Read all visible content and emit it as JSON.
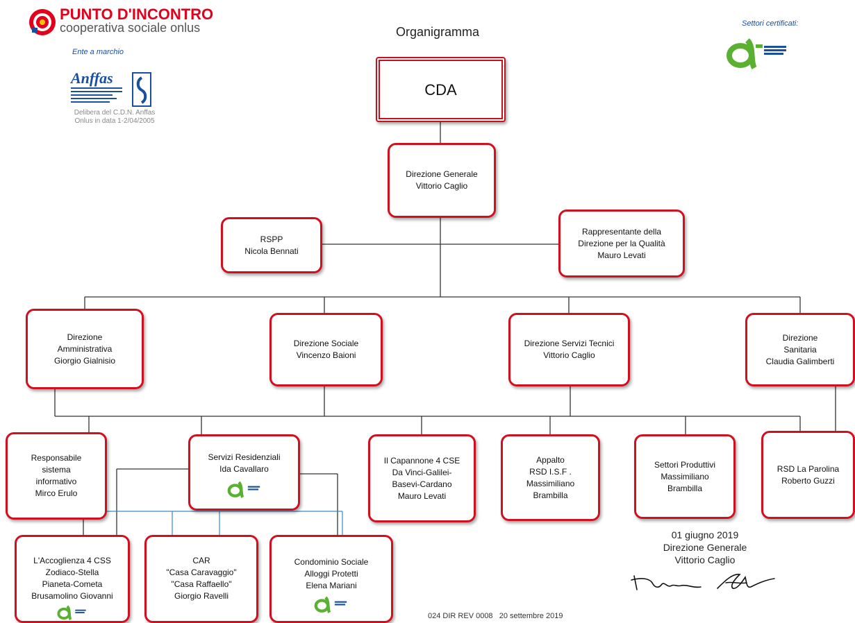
{
  "header": {
    "brand_name": "PUNTO D'INCONTRO",
    "brand_subtitle": "cooperativa sociale onlus",
    "ente_label": "Ente a marchio",
    "anffas_logo_text": "Anffas",
    "anffas_note_line1": "Delibera del C.D.N. Anffas",
    "anffas_note_line2": "Onlus in data 1-2/04/2005",
    "title": "Organigramma",
    "certified_label": "Settori certificati:"
  },
  "nodes": {
    "cda": [
      "CDA"
    ],
    "direzione_generale": [
      "Direzione Generale",
      "Vittorio Caglio"
    ],
    "rspp": [
      "RSPP",
      "Nicola Bennati"
    ],
    "rappresentante": [
      "Rappresentante  della",
      "Direzione per la Qualità",
      "Mauro Levati"
    ],
    "dir_amministrativa": [
      "Direzione",
      "Amministrativa",
      "Giorgio  Gialnisio"
    ],
    "dir_sociale": [
      "Direzione Sociale",
      "Vincenzo Baioni"
    ],
    "dir_servizi_tecnici": [
      "Direzione Servizi  Tecnici",
      "Vittorio Caglio"
    ],
    "dir_sanitaria": [
      "Direzione",
      "Sanitaria",
      "Claudia Galimberti"
    ],
    "resp_sistema_informativo": [
      "Responsabile",
      "sistema",
      "informativo",
      "Mirco Erulo"
    ],
    "servizi_residenziali": [
      "Servizi Residenziali",
      "Ida Cavallaro"
    ],
    "capannone": [
      "Il Capannone  4 CSE",
      "Da Vinci-Galilei-",
      "Basevi-Cardano",
      "Mauro Levati"
    ],
    "appalto": [
      "Appalto",
      "RSD I.S.F .",
      "Massimiliano",
      "Brambilla"
    ],
    "settori_produttivi": [
      "Settori Produttivi",
      "Massimiliano",
      "Brambilla"
    ],
    "rsd_parolina": [
      "RSD La Parolina",
      "Roberto Guzzi"
    ],
    "accoglienza": [
      "L'Accoglienza 4 CSS",
      "Zodiaco-Stella",
      "Pianeta-Cometa",
      "Brusamolino Giovanni"
    ],
    "car": [
      "CAR",
      "\"Casa Caravaggio\"",
      "\"Casa Raffaello\"",
      "Giorgio Ravelli"
    ],
    "condominio": [
      "Condominio Sociale",
      "Alloggi Protetti",
      "Elena Mariani"
    ]
  },
  "signature": {
    "date": "01 giugno 2019",
    "role": "Direzione Generale",
    "name": "Vittorio Caglio"
  },
  "footer": {
    "doc_code": "024 DIR REV 0008   20 settembre 2019"
  },
  "colors": {
    "box_border": "#d0101e",
    "connector": "#333333",
    "residential_connector": "#3a88c8",
    "brand_red": "#e3001b",
    "cert_green": "#5ab031",
    "cert_blue": "#1a4fa0"
  },
  "icons": {
    "brand_logo": "punto-incontro-target-icon",
    "anffas_logo": "anffas-logo-icon",
    "cert_logo": "alfa-certification-icon",
    "signature": "handwritten-signature-icon"
  }
}
